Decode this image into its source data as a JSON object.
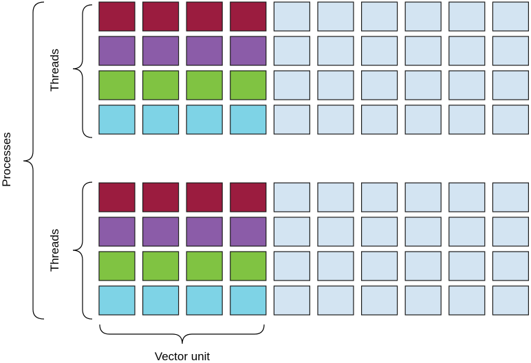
{
  "labels": {
    "processes": "Processes",
    "threads_top": "Threads",
    "threads_bottom": "Threads",
    "vector_unit": "Vector unit"
  },
  "grid": {
    "rows_per_block": 4,
    "columns": 10,
    "active_columns": 4,
    "blocks": 2,
    "row_colors": [
      "#9b1c3f",
      "#8b5ca8",
      "#80c342",
      "#7ed3e6"
    ],
    "inactive_color": "#d3e4f2",
    "border_color": "#1a1a1a"
  }
}
